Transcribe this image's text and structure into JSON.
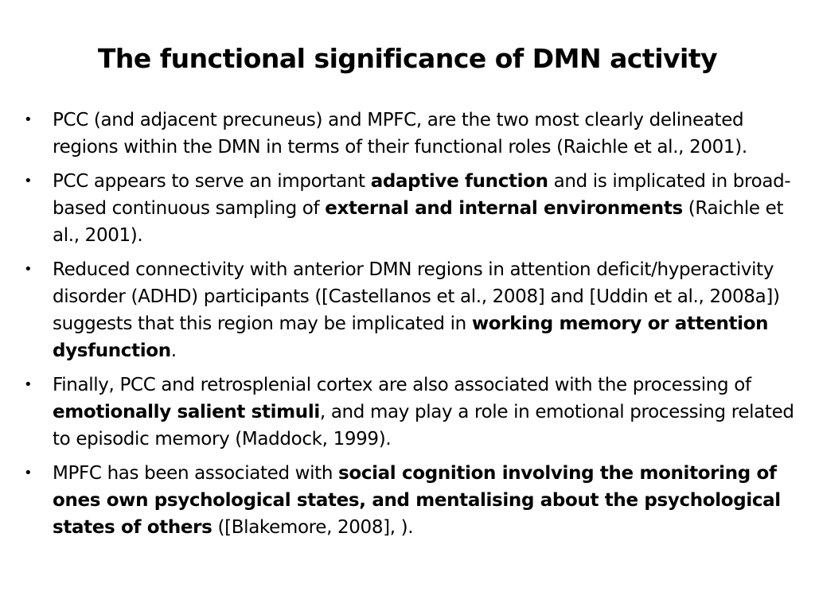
{
  "slide": {
    "title": "The functional significance of DMN activity",
    "bullet_glyph": "•",
    "bullets": [
      {
        "segments": [
          {
            "text": "PCC (and adjacent precuneus) and MPFC, are the two most clearly delineated regions within the DMN in terms of their functional roles (Raichle et al., 2001).",
            "bold": false
          }
        ]
      },
      {
        "segments": [
          {
            "text": "PCC appears to serve an important ",
            "bold": false
          },
          {
            "text": "adaptive function",
            "bold": true
          },
          {
            "text": " and is implicated in broad-based continuous sampling of ",
            "bold": false
          },
          {
            "text": "external and internal environments",
            "bold": true
          },
          {
            "text": " (Raichle et al., 2001).",
            "bold": false
          }
        ]
      },
      {
        "segments": [
          {
            "text": "Reduced connectivity with anterior DMN regions in attention deficit/hyperactivity disorder (ADHD) participants ([Castellanos et al., 2008] and [Uddin et al., 2008a]) suggests that this region may be implicated in ",
            "bold": false
          },
          {
            "text": "working memory or attention dysfunction",
            "bold": true
          },
          {
            "text": ".",
            "bold": false
          }
        ]
      },
      {
        "segments": [
          {
            "text": "Finally, PCC and retrosplenial cortex are also associated with the processing of ",
            "bold": false
          },
          {
            "text": "emotionally salient stimuli",
            "bold": true
          },
          {
            "text": ", and may play a role in emotional processing related to episodic memory (Maddock, 1999).",
            "bold": false
          }
        ]
      },
      {
        "segments": [
          {
            "text": "MPFC has been associated with ",
            "bold": false
          },
          {
            "text": "social cognition involving the monitoring of ones own psychological states, and mentalising about the psychological states of others",
            "bold": true
          },
          {
            "text": " ([Blakemore, 2008], ).",
            "bold": false
          }
        ]
      }
    ]
  }
}
